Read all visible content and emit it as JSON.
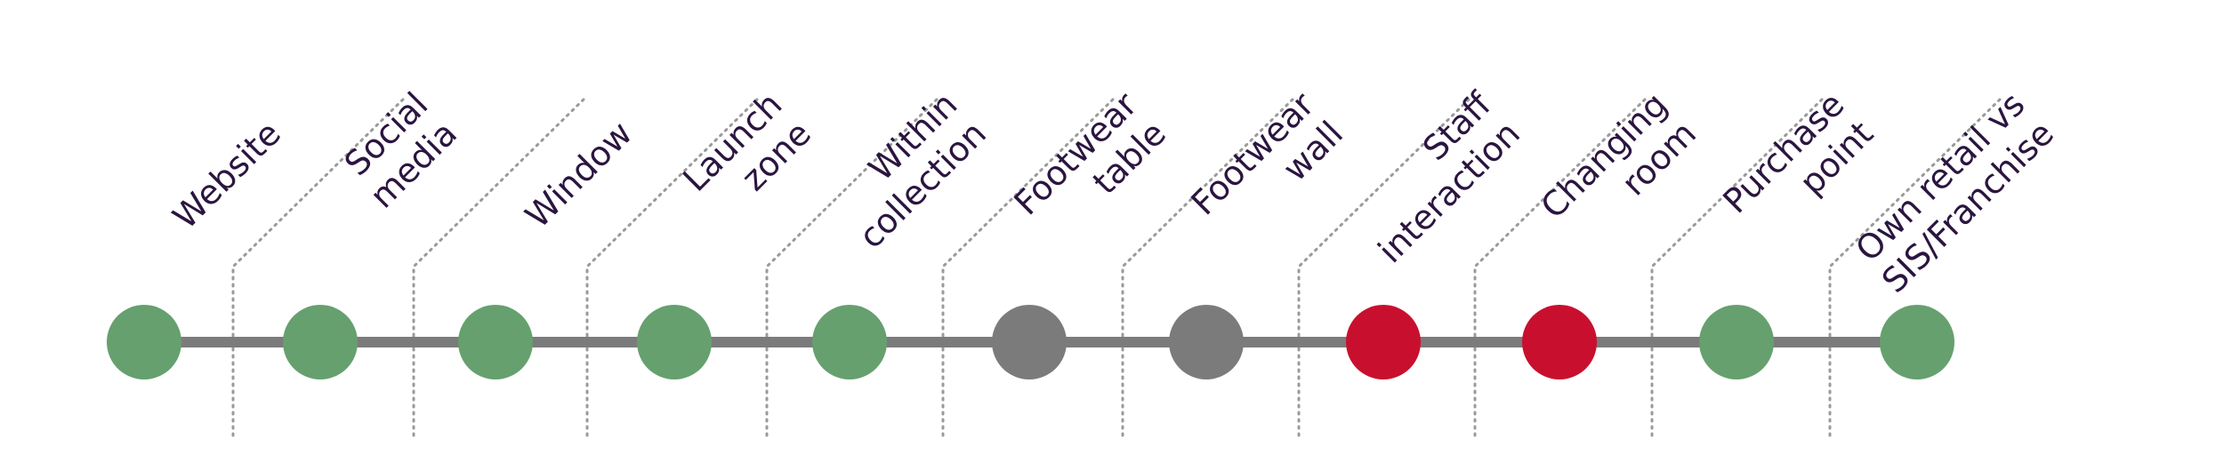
{
  "colors": {
    "line": "#7b7b7b",
    "divider": "#9a9a9a",
    "label": "#2b1540",
    "green": "#66a06f",
    "grey": "#7b7b7b",
    "red": "#c8102e"
  },
  "stages": [
    {
      "id": "website",
      "lines": [
        "Website"
      ],
      "status": "green"
    },
    {
      "id": "social-media",
      "lines": [
        "Social",
        "media"
      ],
      "status": "green"
    },
    {
      "id": "window",
      "lines": [
        "Window"
      ],
      "status": "green"
    },
    {
      "id": "launch-zone",
      "lines": [
        "Launch",
        "zone"
      ],
      "status": "green"
    },
    {
      "id": "within-collection",
      "lines": [
        "Within",
        "collection"
      ],
      "status": "green"
    },
    {
      "id": "footwear-table",
      "lines": [
        "Footwear",
        "table"
      ],
      "status": "grey"
    },
    {
      "id": "footwear-wall",
      "lines": [
        "Footwear",
        "wall"
      ],
      "status": "grey"
    },
    {
      "id": "staff-interaction",
      "lines": [
        "Staff",
        "interaction"
      ],
      "status": "red"
    },
    {
      "id": "changing-room",
      "lines": [
        "Changing",
        "room"
      ],
      "status": "red"
    },
    {
      "id": "purchase-point",
      "lines": [
        "Purchase",
        "point"
      ],
      "status": "green"
    },
    {
      "id": "own-retail-vs-sis-franchise",
      "lines": [
        "Own retail vs",
        "SIS/Franchise"
      ],
      "status": "green"
    }
  ]
}
